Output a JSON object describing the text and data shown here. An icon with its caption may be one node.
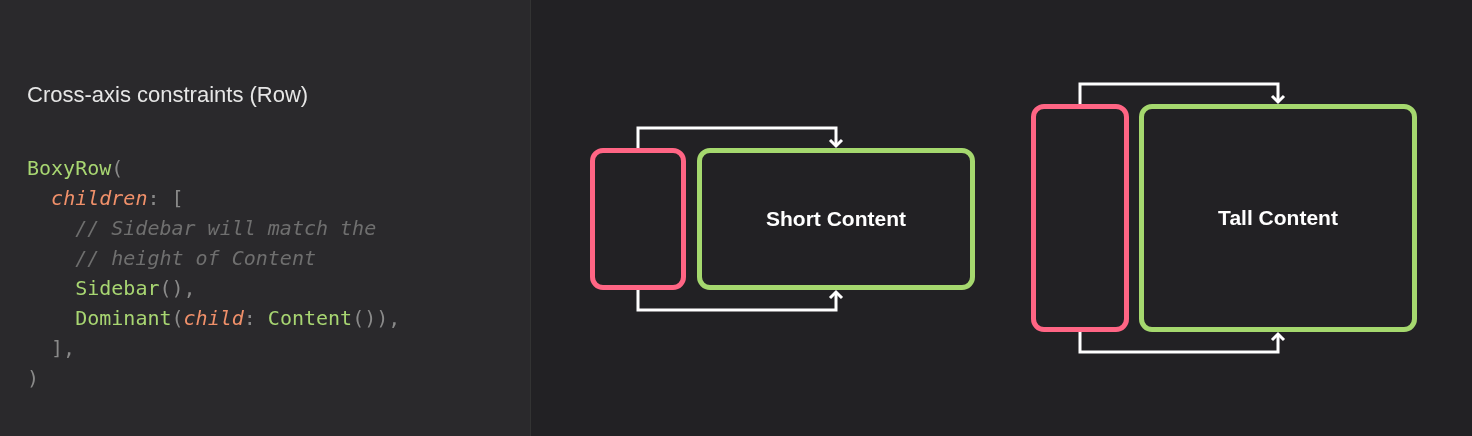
{
  "diagram": {
    "title": "Cross-axis constraints (Row)",
    "nodes": [
      {
        "text": [],
        "shape": "box"
      },
      {
        "text": [
          "Short Content"
        ]
      },
      {
        "text": [],
        "shape": "box"
      },
      {
        "text": [
          "Tall Content"
        ]
      }
    ],
    "edges": [
      {
        "from": 0,
        "to": 1,
        "arrow": "to"
      },
      {
        "from": 0,
        "to": 1,
        "arrow": "to"
      },
      {
        "from": 2,
        "to": 3,
        "arrow": "to"
      },
      {
        "from": 2,
        "to": 3,
        "arrow": "to"
      }
    ],
    "labels": [
      "BoxyRow(",
      "  *children*: [",
      "    // Sidebar will match the",
      "    // height of Content",
      "    Sidebar(),",
      "    Dominant(*child*: Content()),",
      "  ],",
      ")"
    ]
  }
}
